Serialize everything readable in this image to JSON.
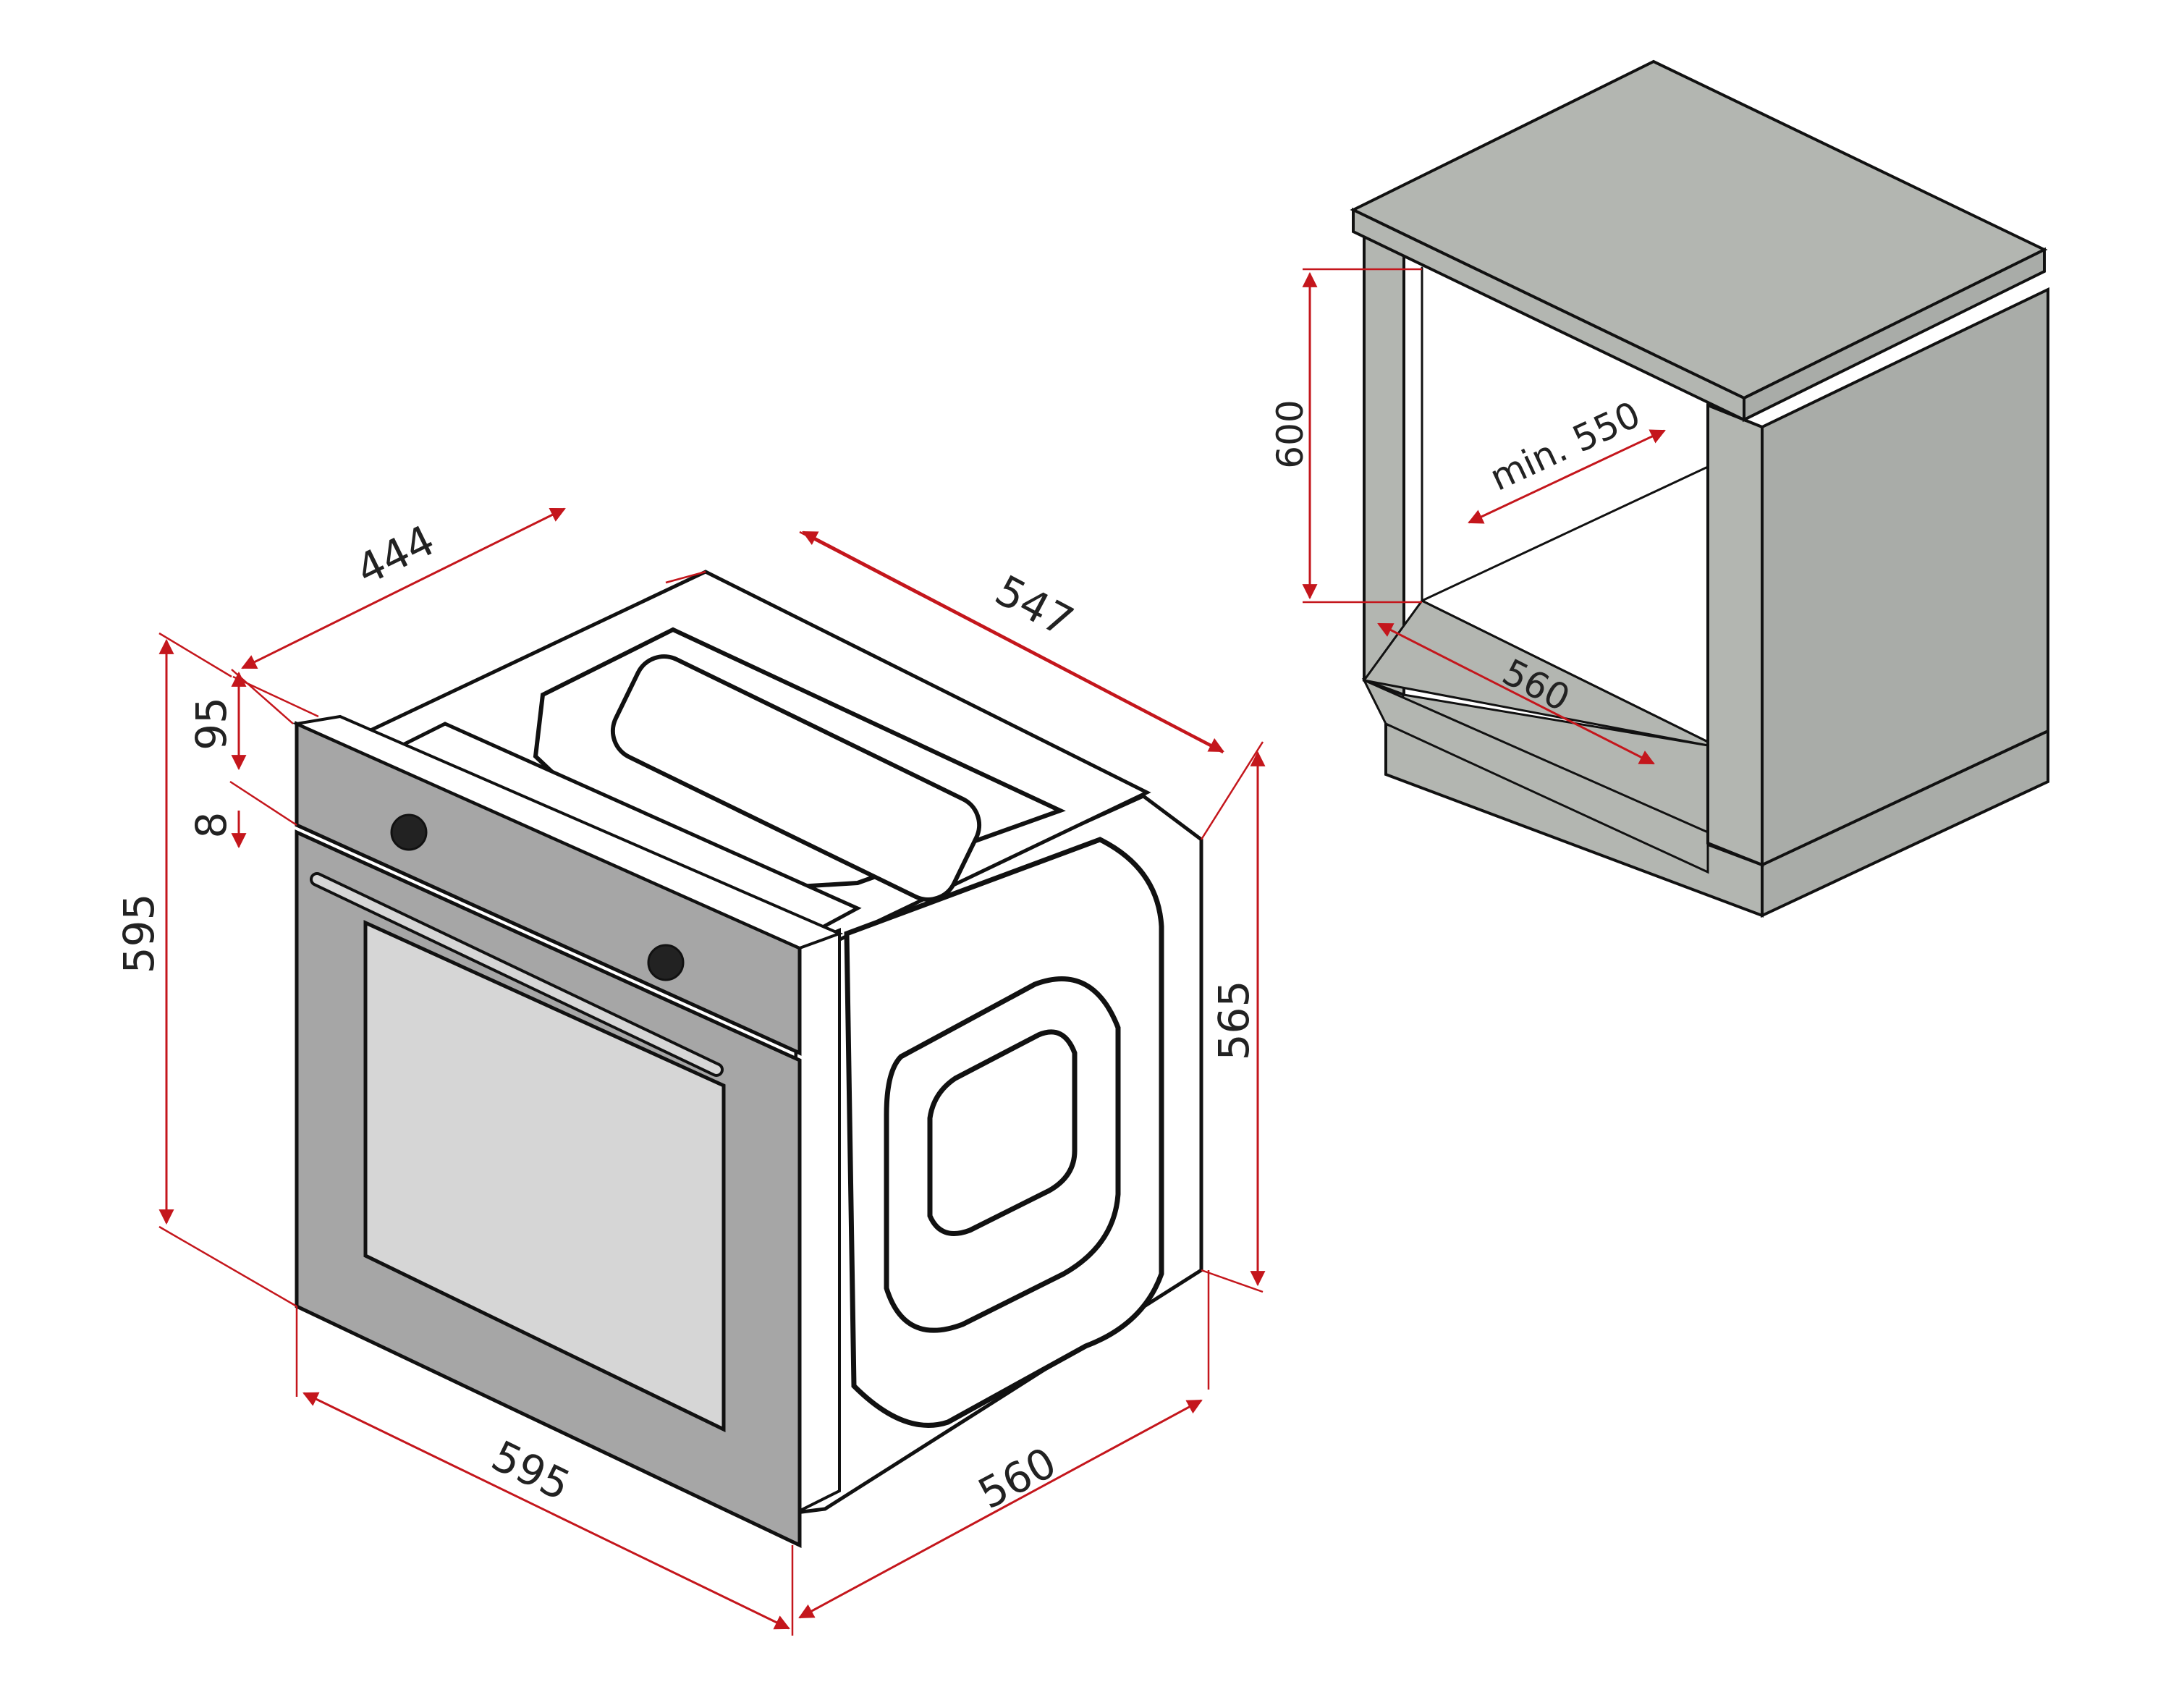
{
  "colors": {
    "dimension": "#c4161c",
    "outline": "#111111",
    "oven_front": "#a6a6a6",
    "oven_glass": "#d6d6d6",
    "cabinet_face": "#b3b6b1",
    "cabinet_dark": "#a9aca8"
  },
  "oven_dimensions": {
    "top_depth": "444",
    "overall_depth": "547",
    "panel_height": "95",
    "gap": "8",
    "overall_height": "595",
    "body_height": "565",
    "front_width": "595",
    "side_depth": "560"
  },
  "cabinet_dimensions": {
    "niche_height": "600",
    "niche_depth": "min. 550",
    "niche_width": "560"
  }
}
